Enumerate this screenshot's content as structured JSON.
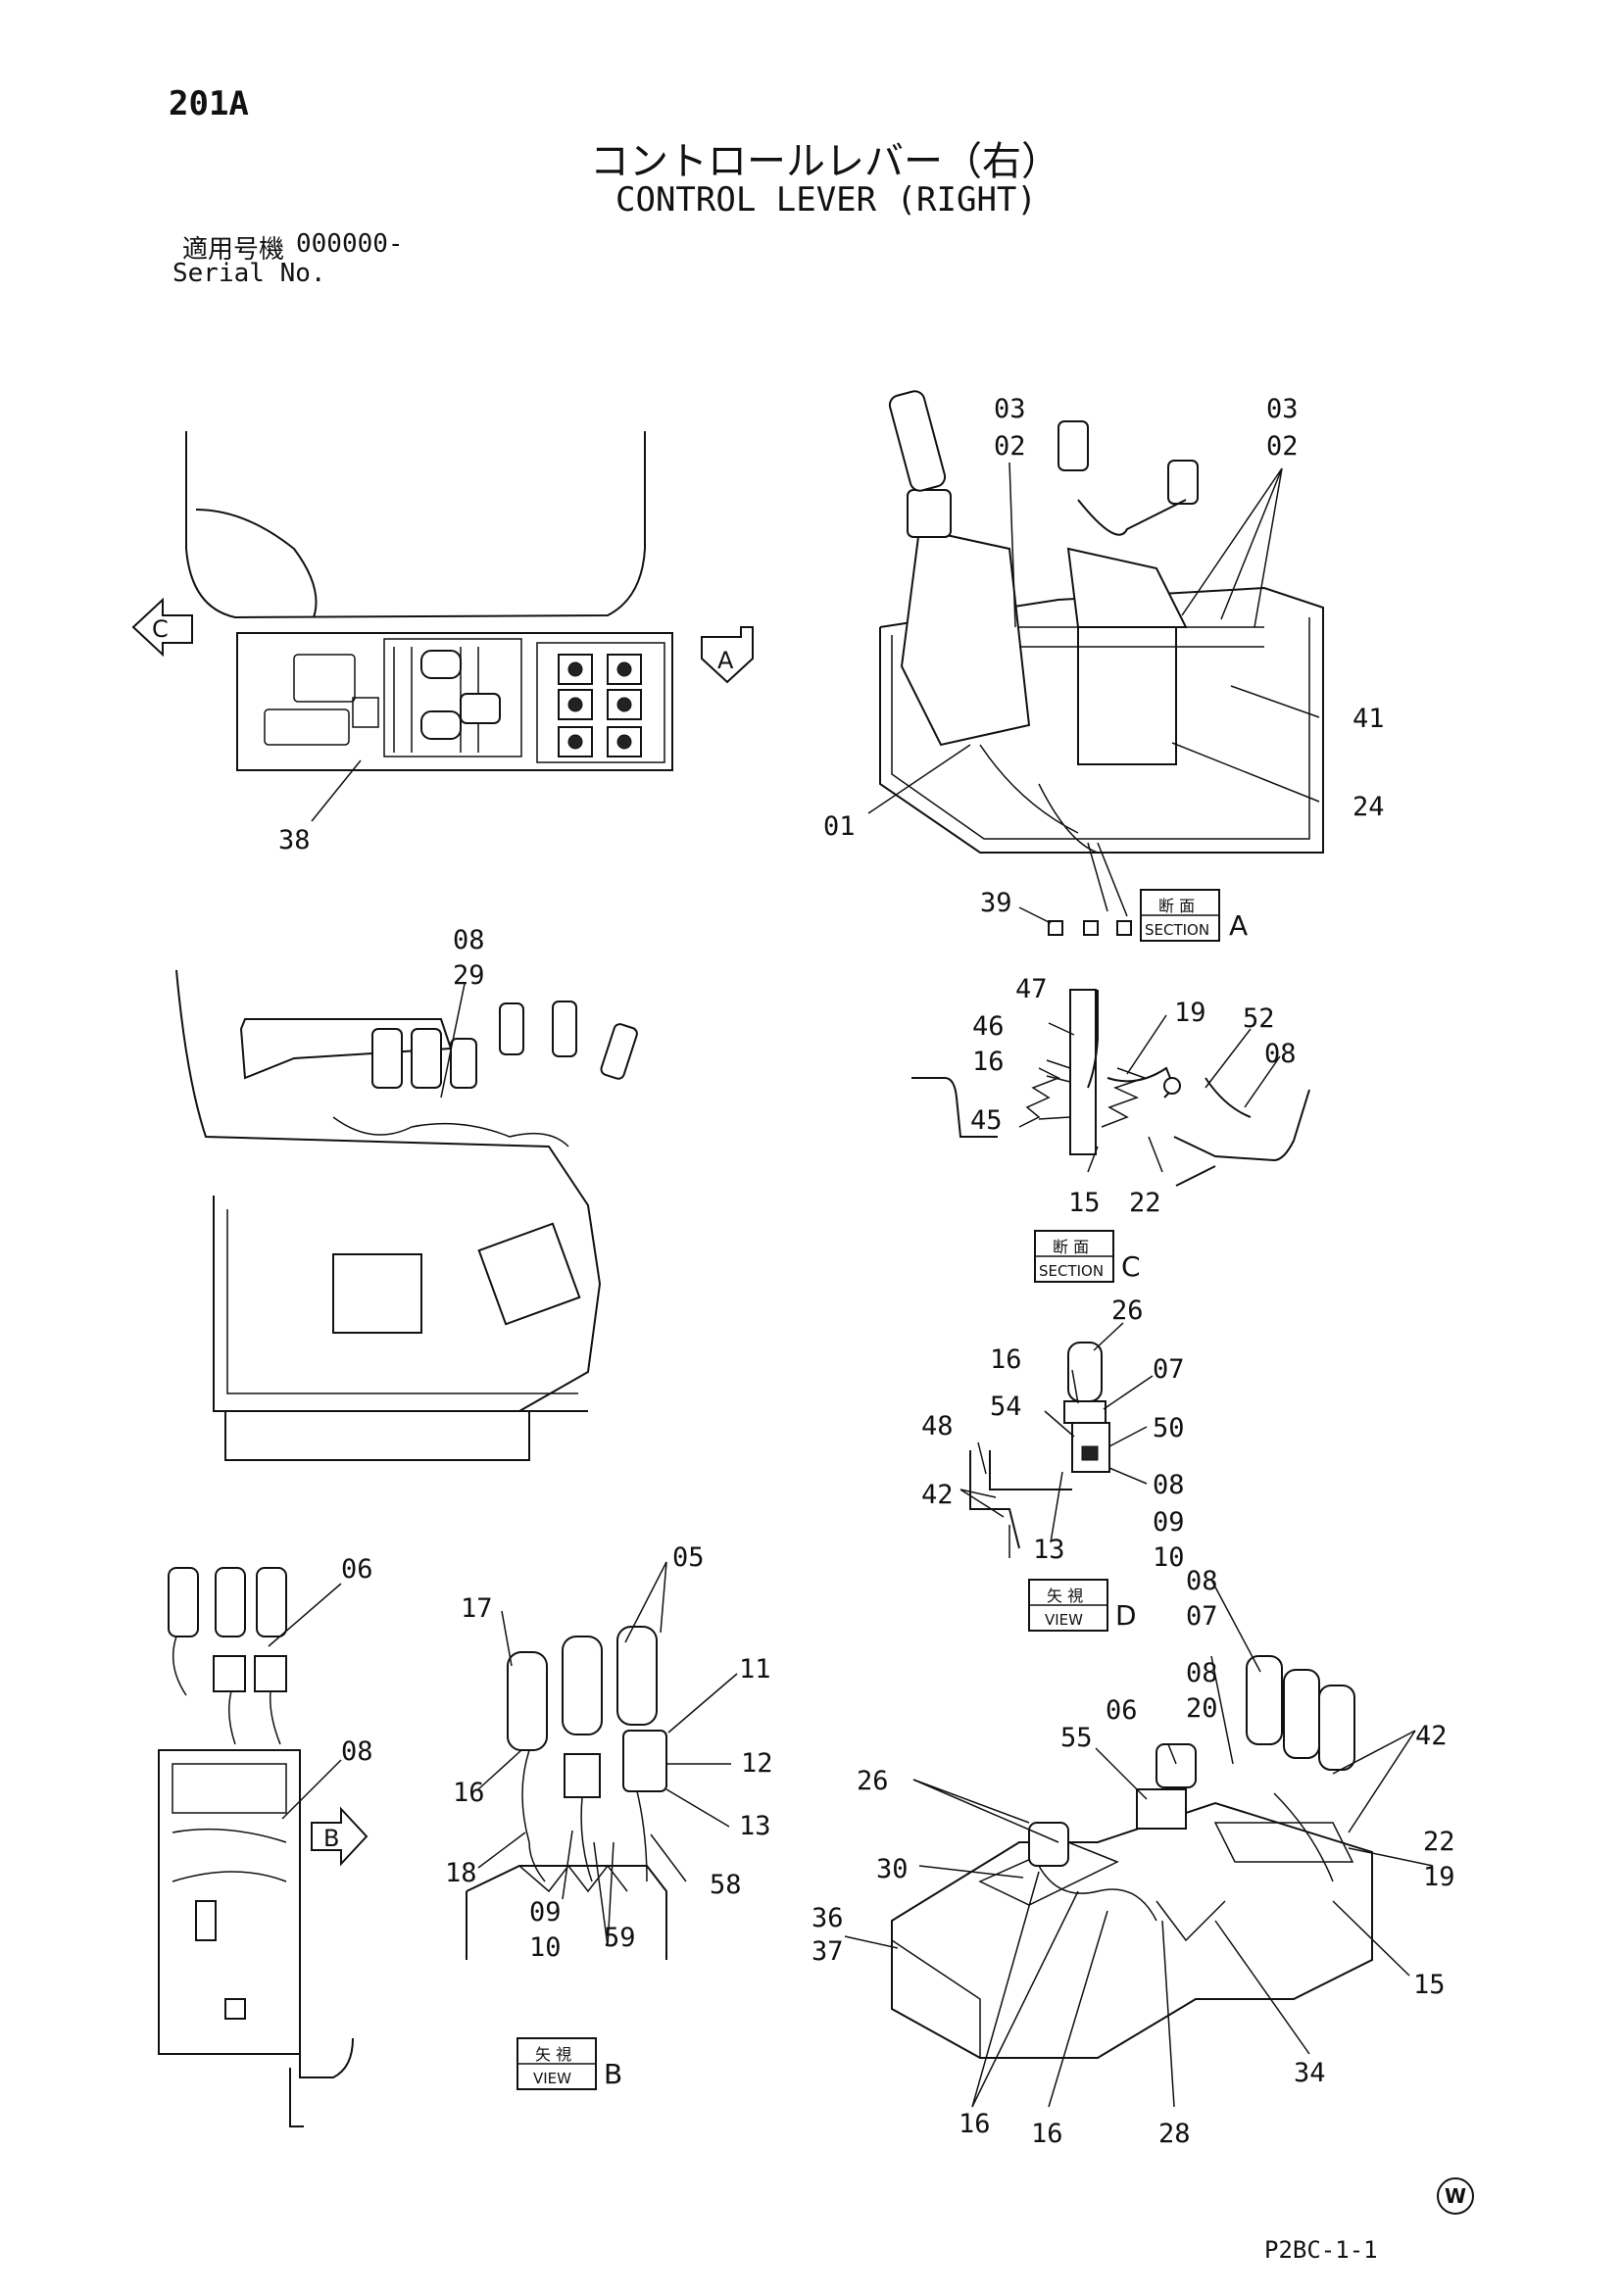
{
  "header": {
    "page_code": "201A",
    "title_jp": "コントロールレバー（右）",
    "title_en": "CONTROL LEVER (RIGHT)",
    "serial_jp_label": "適用号機",
    "serial_value": "000000-",
    "serial_en": "Serial No."
  },
  "footer": {
    "sheet_code": "P2BC-1-1",
    "mark": "W"
  },
  "views": {
    "section_a": {
      "jp": "断 面",
      "en": "SECTION",
      "letter": "A"
    },
    "section_c": {
      "jp": "断 面",
      "en": "SECTION",
      "letter": "C"
    },
    "view_d": {
      "jp": "矢 視",
      "en": "VIEW",
      "letter": "D"
    },
    "view_b": {
      "jp": "矢 視",
      "en": "VIEW",
      "letter": "B"
    },
    "arrow_a": "A",
    "arrow_b": "B",
    "arrow_c": "C"
  },
  "callouts": {
    "top_left": [
      "38"
    ],
    "section_a": [
      "03",
      "02",
      "03",
      "02",
      "41",
      "24",
      "01",
      "39"
    ],
    "middle_left": [
      "08",
      "29"
    ],
    "section_c": [
      "47",
      "46",
      "19",
      "52",
      "16",
      "08",
      "45",
      "15",
      "22"
    ],
    "view_d": [
      "26",
      "16",
      "07",
      "54",
      "50",
      "48",
      "42",
      "08",
      "09",
      "10",
      "13"
    ],
    "view_b_left": [
      "06",
      "08"
    ],
    "view_b": [
      "05",
      "17",
      "11",
      "12",
      "16",
      "13",
      "18",
      "58",
      "09",
      "10",
      "59"
    ],
    "bottom_right": [
      "08",
      "07",
      "08",
      "20",
      "06",
      "55",
      "42",
      "26",
      "22",
      "19",
      "30",
      "36",
      "37",
      "15",
      "16",
      "16",
      "28",
      "34"
    ]
  }
}
